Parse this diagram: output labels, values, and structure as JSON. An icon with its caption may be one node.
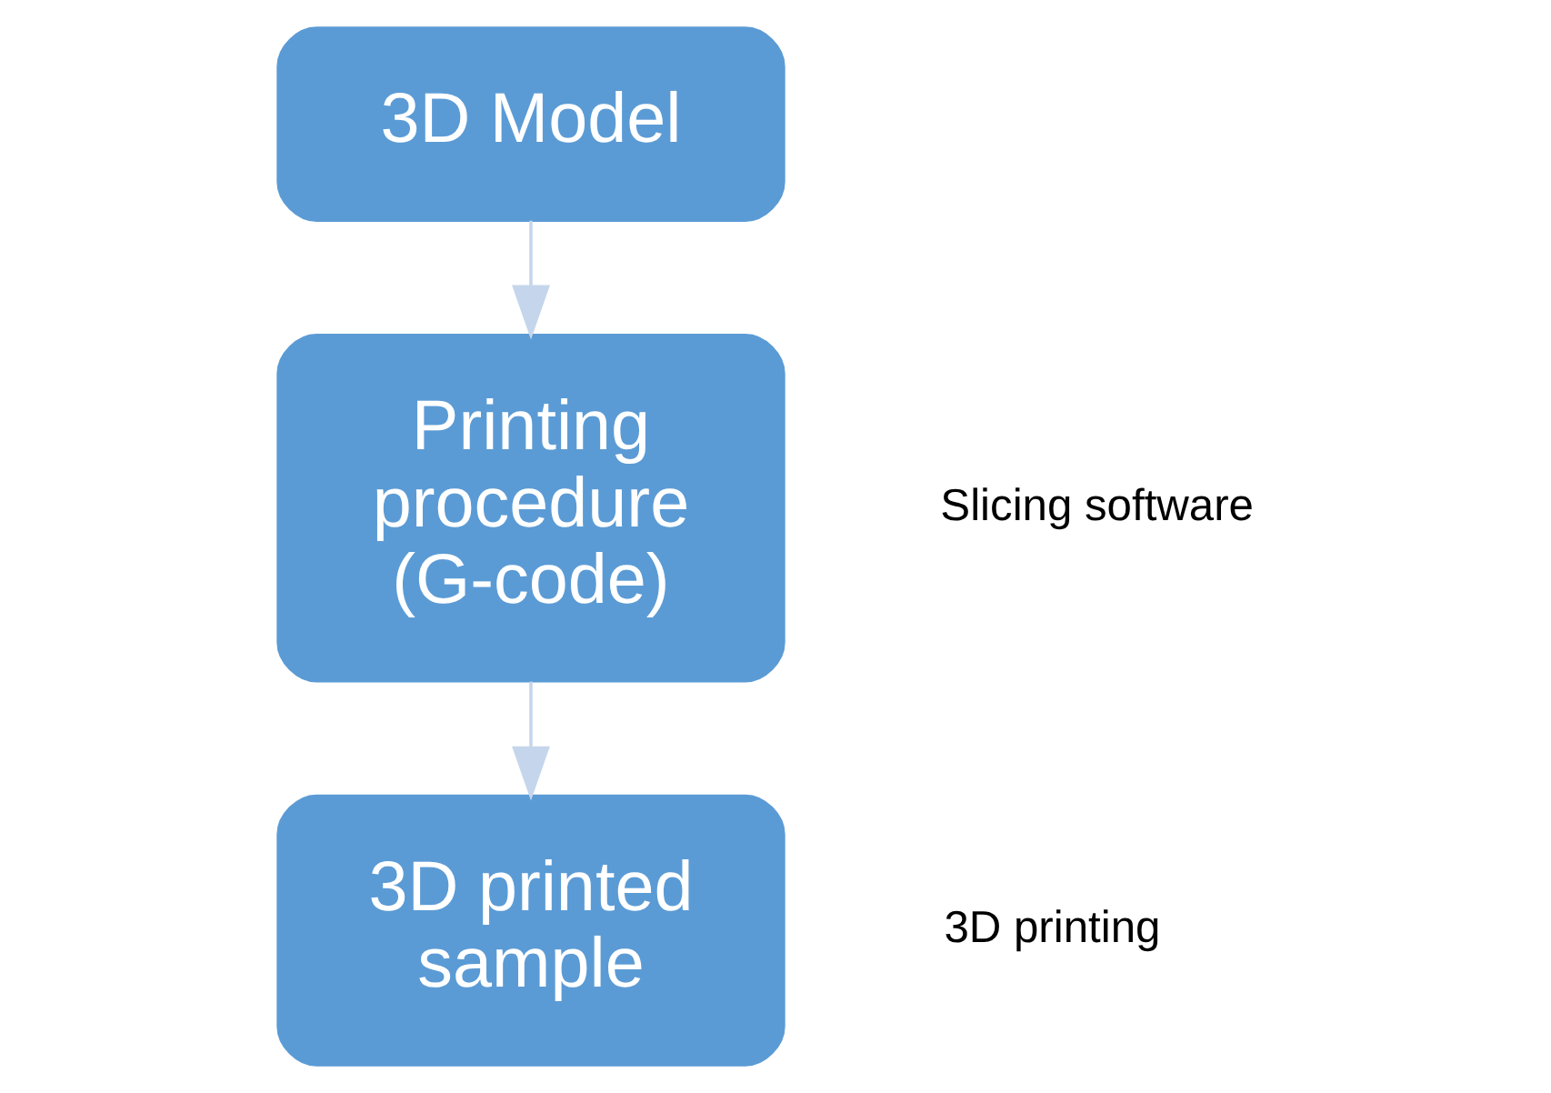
{
  "diagram": {
    "nodes": [
      {
        "text": [
          "3D Model"
        ]
      },
      {
        "text": [
          "Printing procedure (G-code)"
        ],
        "beside": [
          "Slicing software"
        ]
      },
      {
        "text": [
          "3D printed sample"
        ],
        "beside": [
          "3D printing"
        ]
      }
    ],
    "edges": [
      {
        "from": 0,
        "to": 1,
        "arrow": "to"
      },
      {
        "from": 1,
        "to": 2,
        "arrow": "to"
      }
    ]
  }
}
